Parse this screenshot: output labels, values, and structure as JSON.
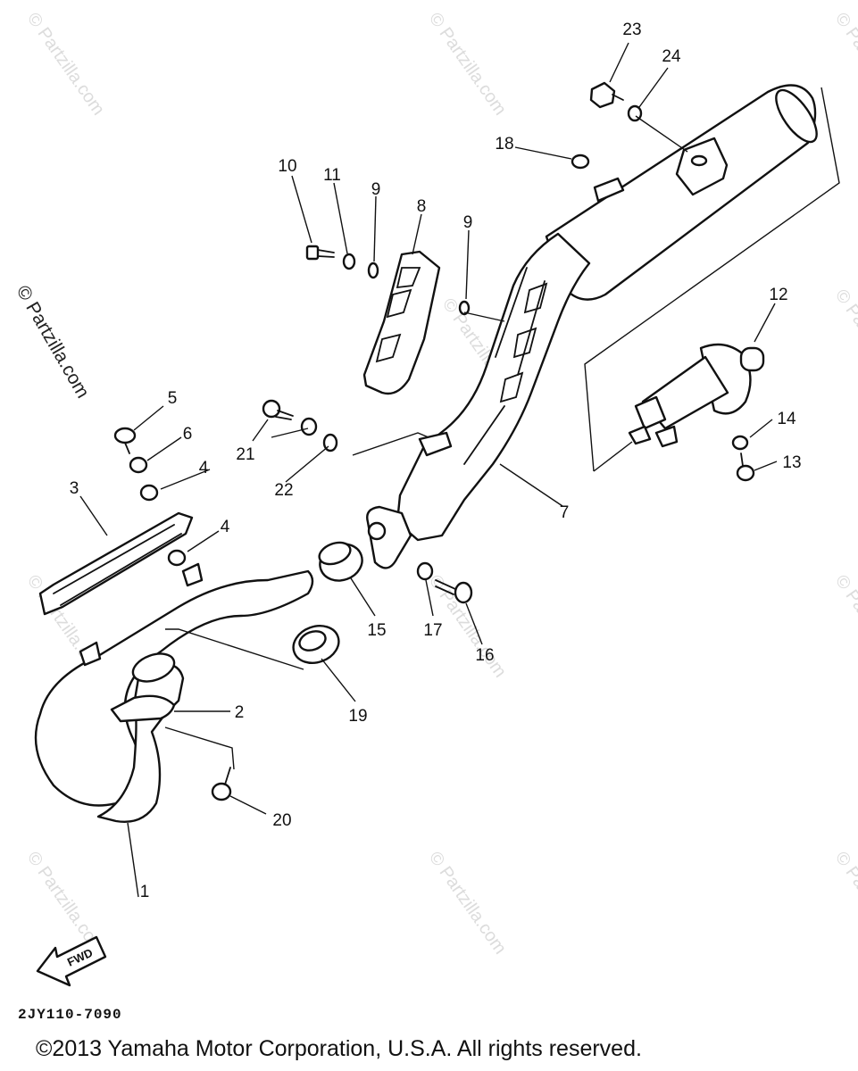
{
  "watermark": {
    "text": "© Partzilla.com",
    "side_text": "© Partzilla.com",
    "color": "#dcdcdc"
  },
  "diagram": {
    "code": "2JY110-7090",
    "fwd_label": "FWD",
    "copyright": "©2013  Yamaha Motor Corporation, U.S.A. All rights reserved.",
    "callouts": {
      "c1": "1",
      "c2": "2",
      "c3": "3",
      "c4a": "4",
      "c4b": "4",
      "c5": "5",
      "c6": "6",
      "c7": "7",
      "c8": "8",
      "c9a": "9",
      "c9b": "9",
      "c10": "10",
      "c11": "11",
      "c12": "12",
      "c13": "13",
      "c14": "14",
      "c15": "15",
      "c16": "16",
      "c17": "17",
      "c18": "18",
      "c19": "19",
      "c20": "20",
      "c21": "21",
      "c22": "22",
      "c23": "23",
      "c24": "24"
    }
  },
  "colors": {
    "ink": "#111111",
    "paper": "#ffffff"
  }
}
